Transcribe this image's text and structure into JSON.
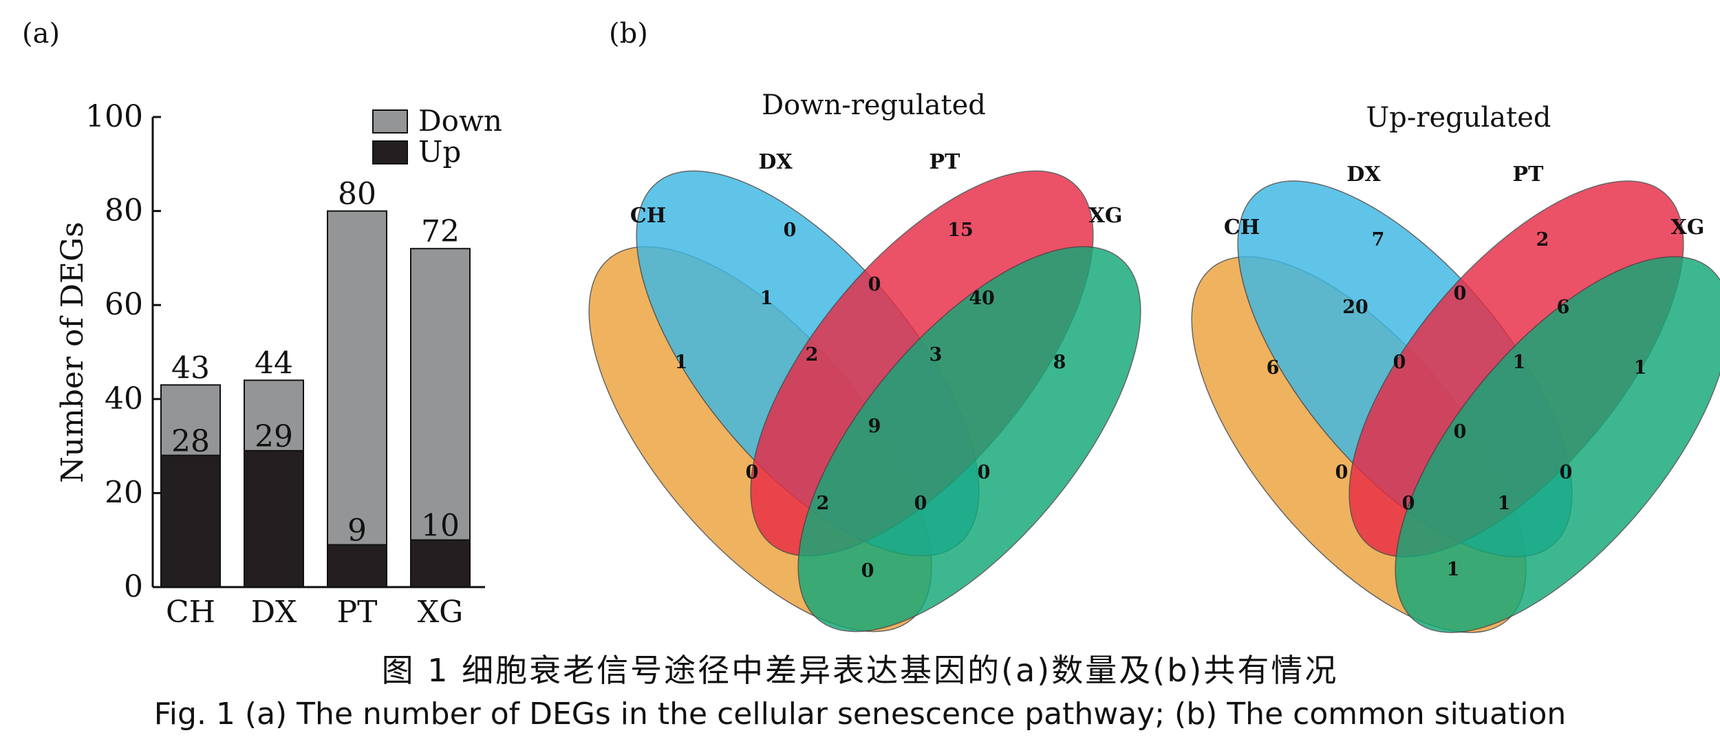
{
  "panel_labels": {
    "a": "(a)",
    "b": "(b)"
  },
  "colors": {
    "down": "#949597",
    "up": "#231f20",
    "venn_ch": "#eca23c",
    "venn_dx": "#3cb8e4",
    "venn_pt": "#e72c46",
    "venn_xg": "#13a878"
  },
  "chart_data": [
    {
      "type": "bar",
      "stacked": true,
      "categories": [
        "CH",
        "DX",
        "PT",
        "XG"
      ],
      "series": [
        {
          "name": "Up",
          "values": [
            28,
            29,
            9,
            10
          ]
        },
        {
          "name": "Down",
          "values": [
            15,
            15,
            71,
            62
          ]
        }
      ],
      "totals": [
        43,
        44,
        80,
        72
      ],
      "up_labels": [
        "28",
        "29",
        "9",
        "10"
      ],
      "total_labels": [
        "43",
        "44",
        "80",
        "72"
      ],
      "ylabel": "Number of DEGs",
      "ylim": [
        0,
        100
      ],
      "yticks": [
        "0",
        "20",
        "40",
        "60",
        "80",
        "100"
      ],
      "legend": [
        "Down",
        "Up"
      ],
      "legend_position": "top-right"
    },
    {
      "type": "venn",
      "title": "Down-regulated",
      "sets": [
        "CH",
        "DX",
        "PT",
        "XG"
      ],
      "regions": {
        "CH": "1",
        "DX": "0",
        "PT": "15",
        "XG": "8",
        "CH&DX": "1",
        "DX&PT": "0",
        "PT&XG": "40",
        "CH&PT": "0",
        "DX&XG": "0",
        "CH&XG": "0",
        "CH&DX&PT": "2",
        "DX&PT&XG": "3",
        "CH&PT&XG": "2",
        "CH&DX&XG": "0",
        "CH&DX&PT&XG": "9"
      }
    },
    {
      "type": "venn",
      "title": "Up-regulated",
      "sets": [
        "CH",
        "DX",
        "PT",
        "XG"
      ],
      "regions": {
        "CH": "6",
        "DX": "7",
        "PT": "2",
        "XG": "1",
        "CH&DX": "20",
        "DX&PT": "0",
        "PT&XG": "6",
        "CH&PT": "0",
        "DX&XG": "0",
        "CH&XG": "1",
        "CH&DX&PT": "0",
        "DX&PT&XG": "1",
        "CH&PT&XG": "0",
        "CH&DX&XG": "1",
        "CH&DX&PT&XG": "0"
      }
    }
  ],
  "caption": {
    "cn": "图 1   细胞衰老信号途径中差异表达基因的(a)数量及(b)共有情况",
    "en": "Fig. 1    (a) The number of DEGs in the cellular senescence pathway; (b) The common situation"
  }
}
